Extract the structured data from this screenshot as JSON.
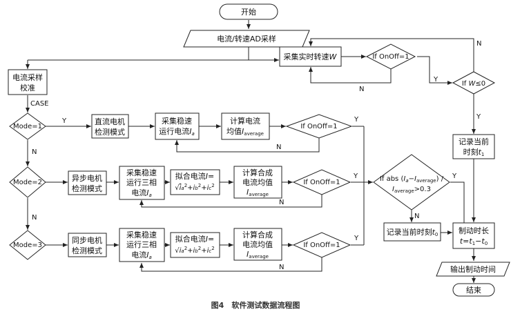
{
  "caption": "图4　软件测试数据流程图",
  "nodes": {
    "start": "开始",
    "ad_sample": "电流/转速AD采样",
    "realtime_speed": "采集实时转速W",
    "onoff_top": "If OnOff=1",
    "w_le_0": "If W≤0",
    "calib": [
      "电流采样",
      "校准"
    ],
    "case_label": "CASE",
    "mode1": "Mode=1",
    "mode2": "Mode=2",
    "mode3": "Mode=3",
    "dc_mode": [
      "直流电机",
      "检测模式"
    ],
    "async_mode": [
      "异步电机",
      "检测模式"
    ],
    "sync_mode": [
      "同步电机",
      "检测模式"
    ],
    "collect_ia": [
      "采集稳速",
      "运行电流Ia"
    ],
    "calc_avg": [
      "计算电流",
      "均值Iaverage"
    ],
    "onoff1": "If OnOff=1",
    "collect3_row2": [
      "采集稳速",
      "运行三相",
      "电流Ia"
    ],
    "fit_row2": [
      "拟合电流I=",
      "√(ia²+ib²+ic²)"
    ],
    "calc_comb_row2": [
      "计算合成",
      "电流均值",
      "Iaverage"
    ],
    "onoff2": "If OnOff=1",
    "collect3_row3": [
      "采集稳速",
      "运行三相",
      "电流Ia"
    ],
    "fit_row3": [
      "拟合电流I=",
      "√(ia²+ib²+ic²)"
    ],
    "calc_comb_row3": [
      "计算合成",
      "电流均值",
      "Iaverage"
    ],
    "onoff3": "If OnOff=1",
    "abs_cond": [
      "If abs (Ia−Iaverage) /",
      "Iaverage>0.3"
    ],
    "rec_t0": "记录当前时刻t0",
    "rec_t1": [
      "记录当前",
      "时刻t1"
    ],
    "brake_dur": [
      "制动时长",
      "t=t1−t0"
    ],
    "output": "输出制动时间",
    "end": "结束"
  },
  "labels": {
    "yes": "Y",
    "no": "N"
  }
}
